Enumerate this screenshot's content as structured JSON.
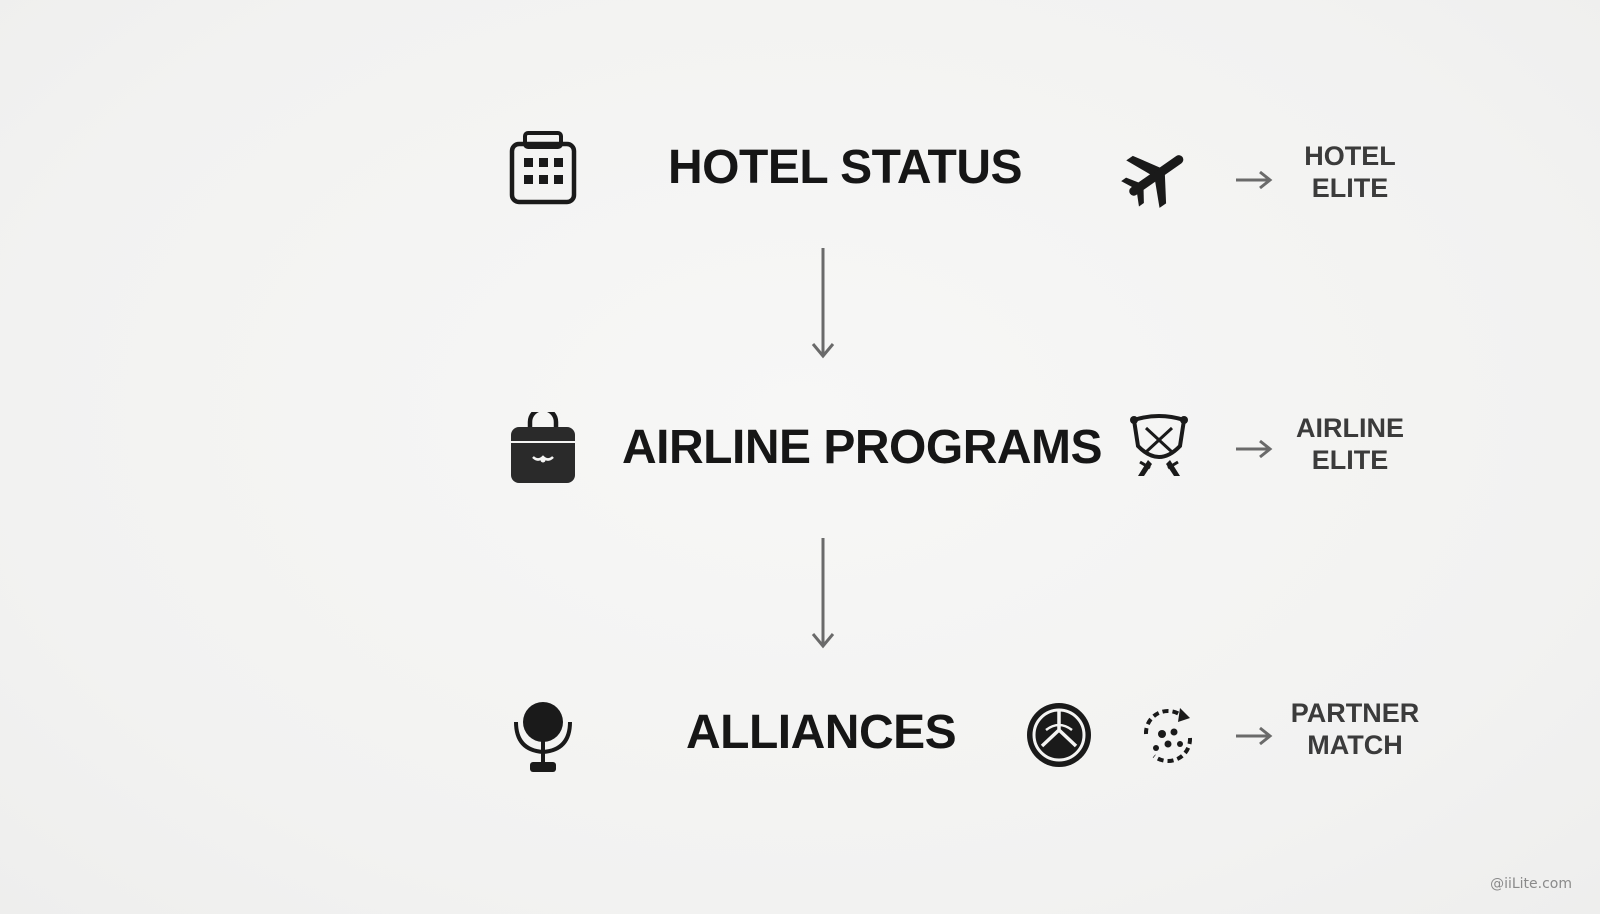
{
  "diagram": {
    "nodes": [
      {
        "id": "hotel",
        "label": "HOTEL STATUS",
        "icon": "hotel-building-icon",
        "side_icon": "airplane-icon",
        "result_lines": [
          "HOTEL",
          "ELITE"
        ]
      },
      {
        "id": "airline",
        "label": "AIRLINE PROGRAMS",
        "icon": "briefcase-icon",
        "side_icon": "shield-crest-icon",
        "result_lines": [
          "AIRLINE",
          "ELITE"
        ]
      },
      {
        "id": "alliance",
        "label": "ALLIANCES",
        "icon": "microphone-icon",
        "extra_icon": "globe-circle-icon",
        "side_icon": "network-cycle-icon",
        "result_lines": [
          "PARTNER",
          "MATCH"
        ]
      }
    ],
    "edges": [
      {
        "from": "hotel",
        "to": "airline"
      },
      {
        "from": "airline",
        "to": "alliance"
      }
    ]
  },
  "colors": {
    "background": "#f4f4f3",
    "text": "#161616",
    "result_text": "#3b3b3b",
    "arrow": "#6a6a6a",
    "icon": "#1a1a1a"
  },
  "watermark": "@iiLite.com"
}
